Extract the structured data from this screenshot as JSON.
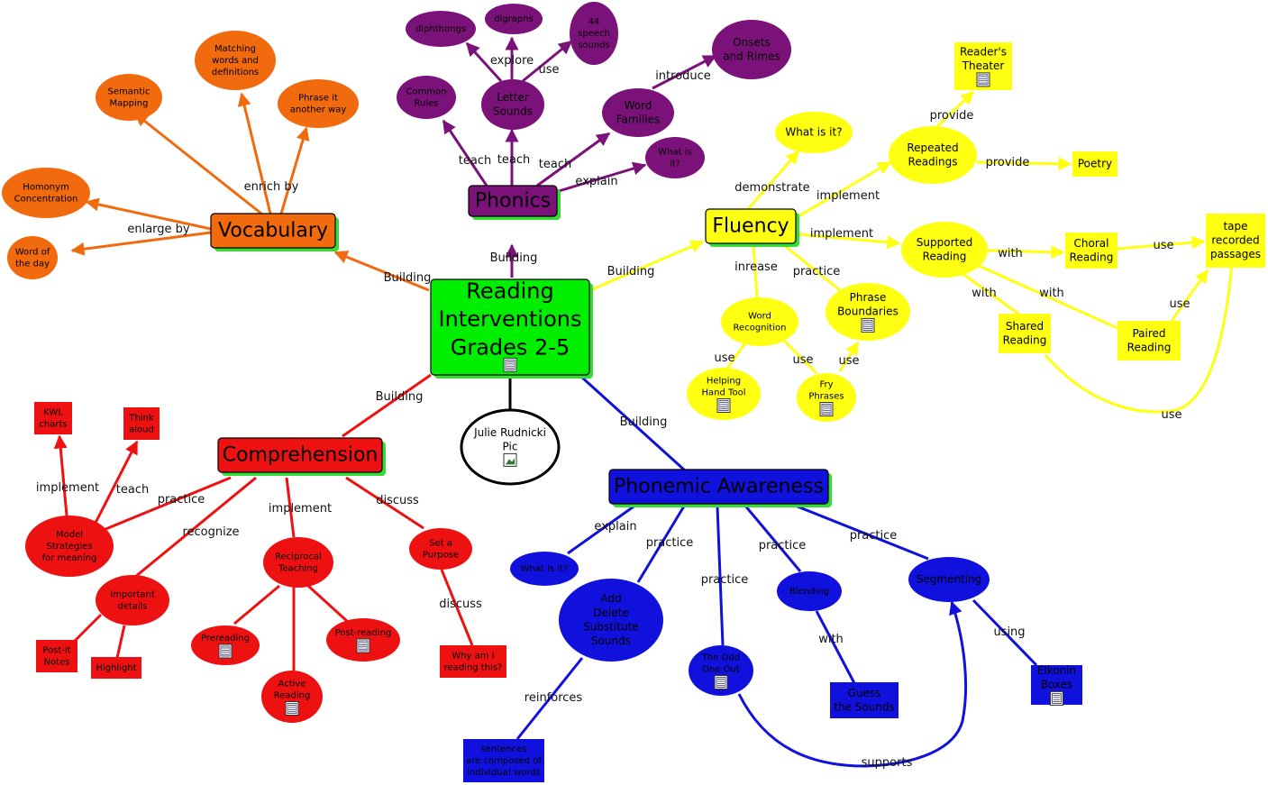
{
  "center": {
    "id": "center",
    "lines": [
      "Reading",
      "Interventions",
      "Grades 2-5"
    ],
    "shape": "rect",
    "fill": "#00ee00",
    "text": "#000",
    "size": "big",
    "doc": true
  },
  "nodes": [
    {
      "id": "phonics",
      "lines": [
        "Phonics"
      ],
      "shape": "rect",
      "fill": "#7b1279",
      "text": "#000",
      "size": "main"
    },
    {
      "id": "fluency",
      "lines": [
        "Fluency"
      ],
      "shape": "rect",
      "fill": "#ffff11",
      "text": "#000",
      "size": "main"
    },
    {
      "id": "vocabulary",
      "lines": [
        "Vocabulary"
      ],
      "shape": "rect",
      "fill": "#f26a0e",
      "text": "#000",
      "size": "main"
    },
    {
      "id": "comprehension",
      "lines": [
        "Comprehension"
      ],
      "shape": "rect",
      "fill": "#ee1111",
      "text": "#000",
      "size": "main"
    },
    {
      "id": "phonemic",
      "lines": [
        "Phonemic Awareness"
      ],
      "shape": "rect",
      "fill": "#1111dd",
      "text": "#000",
      "size": "main"
    },
    {
      "id": "julie",
      "lines": [
        "Julie Rudnicki",
        "Pic"
      ],
      "shape": "ellipse",
      "fill": "#ffffff",
      "text": "#000",
      "size": "small",
      "img": true
    },
    {
      "id": "diphthongs",
      "lines": [
        "diphthongs"
      ],
      "shape": "ellipse",
      "fill": "#7b1279",
      "text": "#000",
      "size": "tiny"
    },
    {
      "id": "digraphs",
      "lines": [
        "digraphs"
      ],
      "shape": "ellipse",
      "fill": "#7b1279",
      "text": "#000",
      "size": "tiny"
    },
    {
      "id": "speech",
      "lines": [
        "44",
        "speech",
        "sounds"
      ],
      "shape": "ellipse",
      "fill": "#7b1279",
      "text": "#000",
      "size": "tiny"
    },
    {
      "id": "onsets",
      "lines": [
        "Onsets",
        "and Rimes"
      ],
      "shape": "ellipse",
      "fill": "#7b1279",
      "text": "#000",
      "size": "small"
    },
    {
      "id": "letter",
      "lines": [
        "Letter",
        "Sounds"
      ],
      "shape": "ellipse",
      "fill": "#7b1279",
      "text": "#000",
      "size": "small"
    },
    {
      "id": "common",
      "lines": [
        "Common",
        "Rules"
      ],
      "shape": "ellipse",
      "fill": "#7b1279",
      "text": "#000",
      "size": "tiny"
    },
    {
      "id": "wordfam",
      "lines": [
        "Word",
        "Families"
      ],
      "shape": "ellipse",
      "fill": "#7b1279",
      "text": "#000",
      "size": "small"
    },
    {
      "id": "whatph",
      "lines": [
        "What is",
        "it?"
      ],
      "shape": "ellipse",
      "fill": "#7b1279",
      "text": "#000",
      "size": "tiny"
    },
    {
      "id": "matching",
      "lines": [
        "Matching",
        "words and",
        "definitions"
      ],
      "shape": "ellipse",
      "fill": "#f26a0e",
      "text": "#000",
      "size": "tiny"
    },
    {
      "id": "semantic",
      "lines": [
        "Semantic",
        "Mapping"
      ],
      "shape": "ellipse",
      "fill": "#f26a0e",
      "text": "#000",
      "size": "tiny"
    },
    {
      "id": "phrase",
      "lines": [
        "Phrase it",
        "another way"
      ],
      "shape": "ellipse",
      "fill": "#f26a0e",
      "text": "#000",
      "size": "tiny"
    },
    {
      "id": "homonym",
      "lines": [
        "Homonym",
        "Concentration"
      ],
      "shape": "ellipse",
      "fill": "#f26a0e",
      "text": "#000",
      "size": "tiny"
    },
    {
      "id": "wordday",
      "lines": [
        "Word of",
        "the day"
      ],
      "shape": "ellipse",
      "fill": "#f26a0e",
      "text": "#000",
      "size": "tiny"
    },
    {
      "id": "readers",
      "lines": [
        "Reader's",
        "Theater"
      ],
      "shape": "rect",
      "fill": "#ffff11",
      "text": "#000",
      "size": "small",
      "doc": true
    },
    {
      "id": "whatfl",
      "lines": [
        "What is it?"
      ],
      "shape": "ellipse",
      "fill": "#ffff11",
      "text": "#000",
      "size": "small"
    },
    {
      "id": "repeated",
      "lines": [
        "Repeated",
        "Readings"
      ],
      "shape": "ellipse",
      "fill": "#ffff11",
      "text": "#000",
      "size": "small"
    },
    {
      "id": "poetry",
      "lines": [
        "Poetry"
      ],
      "shape": "rect",
      "fill": "#ffff11",
      "text": "#000",
      "size": "small"
    },
    {
      "id": "supported",
      "lines": [
        "Supported",
        "Reading"
      ],
      "shape": "ellipse",
      "fill": "#ffff11",
      "text": "#000",
      "size": "small"
    },
    {
      "id": "choral",
      "lines": [
        "Choral",
        "Reading"
      ],
      "shape": "rect",
      "fill": "#ffff11",
      "text": "#000",
      "size": "small"
    },
    {
      "id": "tape",
      "lines": [
        "tape",
        "recorded",
        "passages"
      ],
      "shape": "rect",
      "fill": "#ffff11",
      "text": "#000",
      "size": "small"
    },
    {
      "id": "wordrec",
      "lines": [
        "Word",
        "Recognition"
      ],
      "shape": "ellipse",
      "fill": "#ffff11",
      "text": "#000",
      "size": "tiny"
    },
    {
      "id": "phraseb",
      "lines": [
        "Phrase",
        "Boundaries"
      ],
      "shape": "ellipse",
      "fill": "#ffff11",
      "text": "#000",
      "size": "small",
      "doc": true
    },
    {
      "id": "shared",
      "lines": [
        "Shared",
        "Reading"
      ],
      "shape": "rect",
      "fill": "#ffff11",
      "text": "#000",
      "size": "small"
    },
    {
      "id": "paired",
      "lines": [
        "Paired",
        "Reading"
      ],
      "shape": "rect",
      "fill": "#ffff11",
      "text": "#000",
      "size": "small"
    },
    {
      "id": "helping",
      "lines": [
        "Helping",
        "Hand Tool"
      ],
      "shape": "ellipse",
      "fill": "#ffff11",
      "text": "#000",
      "size": "tiny",
      "doc": true
    },
    {
      "id": "fry",
      "lines": [
        "Fry",
        "Phrases"
      ],
      "shape": "ellipse",
      "fill": "#ffff11",
      "text": "#000",
      "size": "tiny",
      "doc": true
    },
    {
      "id": "kwl",
      "lines": [
        "KWL",
        "charts"
      ],
      "shape": "rect",
      "fill": "#ee1111",
      "text": "#000",
      "size": "tiny"
    },
    {
      "id": "think",
      "lines": [
        "Think",
        "aloud"
      ],
      "shape": "rect",
      "fill": "#ee1111",
      "text": "#000",
      "size": "tiny"
    },
    {
      "id": "model",
      "lines": [
        "Model",
        "Strategies",
        "for meaning"
      ],
      "shape": "ellipse",
      "fill": "#ee1111",
      "text": "#000",
      "size": "tiny"
    },
    {
      "id": "purpose",
      "lines": [
        "Set a",
        "Purpose"
      ],
      "shape": "ellipse",
      "fill": "#ee1111",
      "text": "#000",
      "size": "tiny"
    },
    {
      "id": "reciprocal",
      "lines": [
        "Reciprocal",
        "Teaching"
      ],
      "shape": "ellipse",
      "fill": "#ee1111",
      "text": "#000",
      "size": "tiny"
    },
    {
      "id": "important",
      "lines": [
        "Important",
        "details"
      ],
      "shape": "ellipse",
      "fill": "#ee1111",
      "text": "#000",
      "size": "tiny"
    },
    {
      "id": "postit",
      "lines": [
        "Post-it",
        "Notes"
      ],
      "shape": "rect",
      "fill": "#ee1111",
      "text": "#000",
      "size": "tiny"
    },
    {
      "id": "highlight",
      "lines": [
        "Highlight"
      ],
      "shape": "rect",
      "fill": "#ee1111",
      "text": "#000",
      "size": "tiny"
    },
    {
      "id": "prereading",
      "lines": [
        "Prereading"
      ],
      "shape": "ellipse",
      "fill": "#ee1111",
      "text": "#000",
      "size": "tiny",
      "doc": true
    },
    {
      "id": "postreading",
      "lines": [
        "Post-reading"
      ],
      "shape": "ellipse",
      "fill": "#ee1111",
      "text": "#000",
      "size": "tiny",
      "doc": true
    },
    {
      "id": "active",
      "lines": [
        "Active",
        "Reading"
      ],
      "shape": "ellipse",
      "fill": "#ee1111",
      "text": "#000",
      "size": "tiny",
      "doc": true
    },
    {
      "id": "why",
      "lines": [
        "Why am I",
        "reading this?"
      ],
      "shape": "rect",
      "fill": "#ee1111",
      "text": "#000",
      "size": "tiny"
    },
    {
      "id": "whatpa",
      "lines": [
        "What is it?"
      ],
      "shape": "ellipse",
      "fill": "#1111dd",
      "text": "#000",
      "size": "tiny"
    },
    {
      "id": "adddel",
      "lines": [
        "Add",
        "Delete",
        "Substitute",
        "Sounds"
      ],
      "shape": "ellipse",
      "fill": "#1111dd",
      "text": "#000",
      "size": "small"
    },
    {
      "id": "oddone",
      "lines": [
        "The Odd",
        "One Out"
      ],
      "shape": "ellipse",
      "fill": "#1111dd",
      "text": "#000",
      "size": "tiny",
      "doc": true
    },
    {
      "id": "blending",
      "lines": [
        "Blending"
      ],
      "shape": "ellipse",
      "fill": "#1111dd",
      "text": "#000",
      "size": "tiny"
    },
    {
      "id": "segmenting",
      "lines": [
        "Segmenting"
      ],
      "shape": "ellipse",
      "fill": "#1111dd",
      "text": "#000",
      "size": "small"
    },
    {
      "id": "guess",
      "lines": [
        "Guess",
        "the Sounds"
      ],
      "shape": "rect",
      "fill": "#1111dd",
      "text": "#000",
      "size": "small"
    },
    {
      "id": "elkonin",
      "lines": [
        "Elkonin",
        "Boxes"
      ],
      "shape": "rect",
      "fill": "#1111dd",
      "text": "#000",
      "size": "small",
      "doc": true
    },
    {
      "id": "sentences",
      "lines": [
        "sentences",
        "are composed of",
        "individual words"
      ],
      "shape": "rect",
      "fill": "#1111dd",
      "text": "#000",
      "size": "tiny"
    }
  ],
  "labels": [
    {
      "id": "l-build-ph",
      "text": "Building"
    },
    {
      "id": "l-build-fl",
      "text": "Building"
    },
    {
      "id": "l-build-vo",
      "text": "Building"
    },
    {
      "id": "l-build-co",
      "text": "Building"
    },
    {
      "id": "l-build-pa",
      "text": "Building"
    },
    {
      "id": "l-explore",
      "text": "explore"
    },
    {
      "id": "l-use-ph",
      "text": "use"
    },
    {
      "id": "l-teach1",
      "text": "teach"
    },
    {
      "id": "l-teach2",
      "text": "teach"
    },
    {
      "id": "l-teach3",
      "text": "teach"
    },
    {
      "id": "l-introduce",
      "text": "introduce"
    },
    {
      "id": "l-explain-ph",
      "text": "explain"
    },
    {
      "id": "l-enrich",
      "text": "enrich by"
    },
    {
      "id": "l-enlarge",
      "text": "enlarge by"
    },
    {
      "id": "l-provide1",
      "text": "provide"
    },
    {
      "id": "l-provide2",
      "text": "provide"
    },
    {
      "id": "l-demonstrate",
      "text": "demonstrate"
    },
    {
      "id": "l-implement1",
      "text": "implement"
    },
    {
      "id": "l-implement2",
      "text": "implement"
    },
    {
      "id": "l-inrease",
      "text": "inrease"
    },
    {
      "id": "l-practice-fl",
      "text": "practice"
    },
    {
      "id": "l-with1",
      "text": "with"
    },
    {
      "id": "l-with2",
      "text": "with"
    },
    {
      "id": "l-with3",
      "text": "with"
    },
    {
      "id": "l-use-tape1",
      "text": "use"
    },
    {
      "id": "l-use-tape2",
      "text": "use"
    },
    {
      "id": "l-use-tape3",
      "text": "use"
    },
    {
      "id": "l-use-help",
      "text": "use"
    },
    {
      "id": "l-use-fry1",
      "text": "use"
    },
    {
      "id": "l-use-fry2",
      "text": "use"
    },
    {
      "id": "l-implement-kwl",
      "text": "implement"
    },
    {
      "id": "l-teach-think",
      "text": "teach"
    },
    {
      "id": "l-practice-co",
      "text": "practice"
    },
    {
      "id": "l-recognize",
      "text": "recognize"
    },
    {
      "id": "l-implement-rt",
      "text": "implement"
    },
    {
      "id": "l-discuss1",
      "text": "discuss"
    },
    {
      "id": "l-discuss2",
      "text": "discuss"
    },
    {
      "id": "l-explain-pa",
      "text": "explain"
    },
    {
      "id": "l-practice1",
      "text": "practice"
    },
    {
      "id": "l-practice2",
      "text": "practice"
    },
    {
      "id": "l-practice3",
      "text": "practice"
    },
    {
      "id": "l-practice4",
      "text": "practice"
    },
    {
      "id": "l-with-guess",
      "text": "with"
    },
    {
      "id": "l-using",
      "text": "using"
    },
    {
      "id": "l-reinforces",
      "text": "reinforces"
    },
    {
      "id": "l-supports",
      "text": "supports"
    }
  ],
  "colors": {
    "phonics": "#7b1279",
    "fluency": "#ffff11",
    "vocabulary": "#f26a0e",
    "comprehension": "#ee1111",
    "phonemic": "#1111dd",
    "center_line": "#000000",
    "shadow": "#33dd33"
  }
}
